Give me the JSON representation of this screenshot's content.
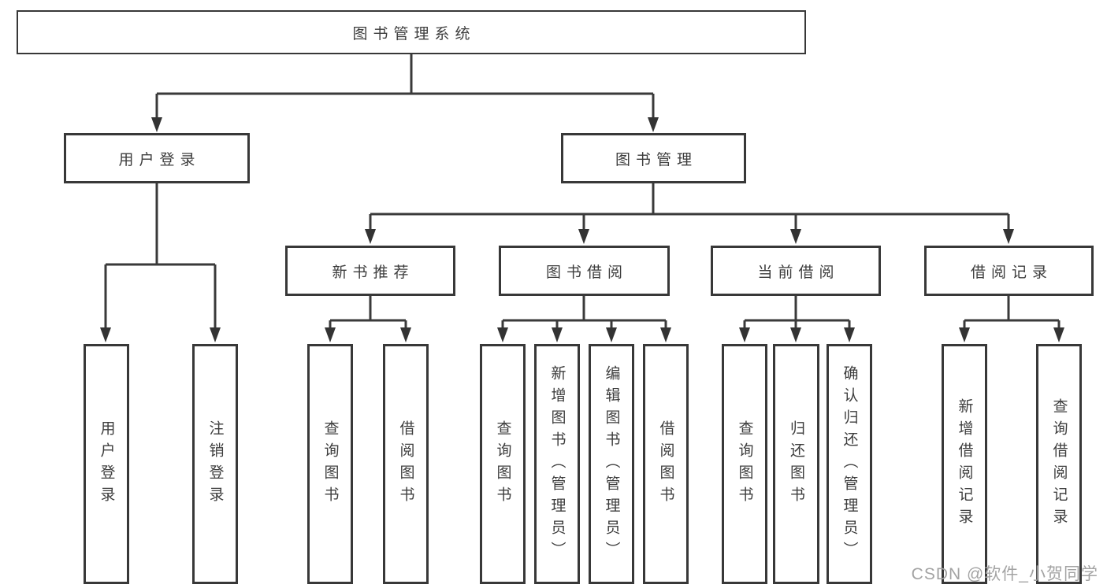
{
  "diagram": {
    "type": "hierarchy-tree",
    "title": "图书管理系统"
  },
  "nodes": {
    "root": {
      "label": "图书管理系统"
    },
    "level2": [
      {
        "id": "user-login",
        "label": "用户登录"
      },
      {
        "id": "book-management",
        "label": "图书管理"
      }
    ],
    "level3": [
      {
        "id": "new-book-recommend",
        "label": "新书推荐"
      },
      {
        "id": "book-borrow",
        "label": "图书借阅"
      },
      {
        "id": "current-borrow",
        "label": "当前借阅"
      },
      {
        "id": "borrow-records",
        "label": "借阅记录"
      }
    ],
    "leaves": {
      "user_login": [
        {
          "label": "用户登录"
        },
        {
          "label": "注销登录"
        }
      ],
      "new_book": [
        {
          "label": "查询图书"
        },
        {
          "label": "借阅图书"
        }
      ],
      "book_borrow": [
        {
          "label": "查询图书"
        },
        {
          "label": "新增图书（管理员）"
        },
        {
          "label": "编辑图书（管理员）"
        },
        {
          "label": "借阅图书"
        }
      ],
      "current_borrow": [
        {
          "label": "查询图书"
        },
        {
          "label": "归还图书"
        },
        {
          "label": "确认归还（管理员）"
        }
      ],
      "borrow_records": [
        {
          "label": "新增借阅记录"
        },
        {
          "label": "查询借阅记录"
        }
      ]
    }
  },
  "watermark": {
    "text": "CSDN @软件_小贺同学"
  },
  "colors": {
    "line": "#3a3a3a",
    "border": "#383838",
    "text": "#3d3d3d",
    "watermark": "#a3a3a3",
    "background": "#ffffff"
  }
}
